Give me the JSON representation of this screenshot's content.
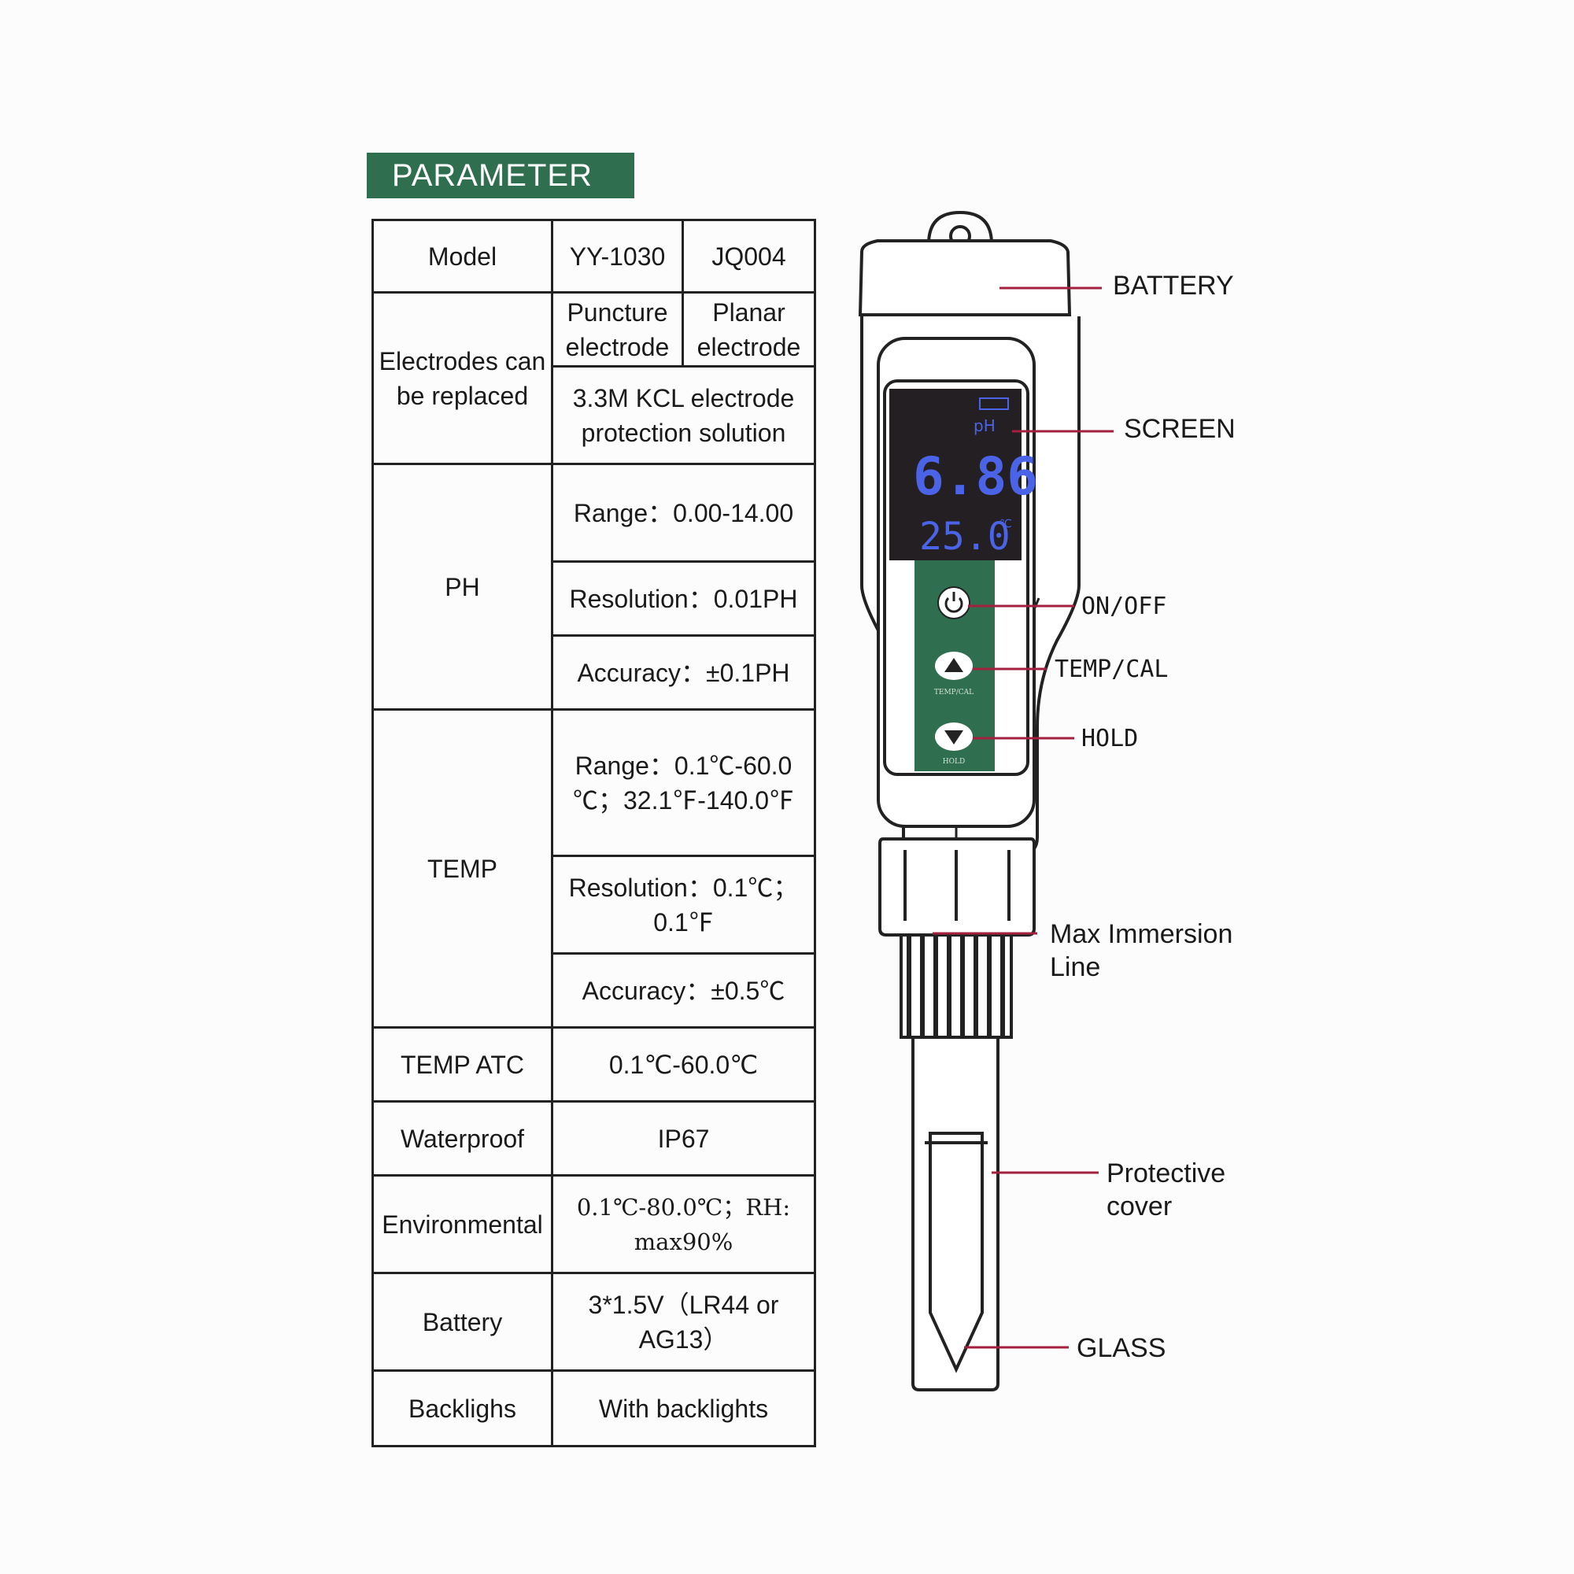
{
  "banner": {
    "title": "PARAMETER"
  },
  "table": {
    "model": {
      "label": "Model",
      "v1": "YY-1030",
      "v2": "JQ004"
    },
    "electrodes": {
      "label": "Electrodes can be replaced",
      "v1": "Puncture electrode",
      "v2": "Planar electrode",
      "solution": "3.3M KCL electrode protection solution"
    },
    "ph": {
      "label": "PH",
      "range": "Range：0.00-14.00",
      "resolution": "Resolution：0.01PH",
      "accuracy": "Accuracy：±0.1PH"
    },
    "temp": {
      "label": "TEMP",
      "range": "Range：0.1℃-60.0 ℃；32.1℉-140.0℉",
      "resolution": "Resolution：0.1℃；0.1℉",
      "accuracy": "Accuracy：±0.5℃"
    },
    "atc": {
      "label": "TEMP ATC",
      "value": "0.1℃-60.0℃"
    },
    "waterproof": {
      "label": "Waterproof",
      "value": "IP67"
    },
    "environmental": {
      "label": "Environmental",
      "value": "0.1℃-80.0℃；RH: max90%"
    },
    "battery": {
      "label": "Battery",
      "value": "3*1.5V（LR44 or AG13）"
    },
    "backlight": {
      "label": "Backlighs",
      "value": "With backlights"
    }
  },
  "device": {
    "screen": {
      "unit": "pH",
      "reading": "6.86",
      "temp": "25.0",
      "temp_unit": "℃"
    },
    "key_labels": {
      "cal": "TEMP/CAL",
      "hold": "HOLD"
    },
    "colors": {
      "brand_green": "#2f6e4e",
      "lcd_blue": "#4b63e6",
      "leader_red": "#a3213f"
    }
  },
  "callouts": {
    "battery": "BATTERY",
    "screen": "SCREEN",
    "onoff": "ON/OFF",
    "tempcal": "TEMP/CAL",
    "hold": "HOLD",
    "max_immersion": "Max Immersion Line",
    "protective_cover": "Protective cover",
    "glass": "GLASS"
  }
}
